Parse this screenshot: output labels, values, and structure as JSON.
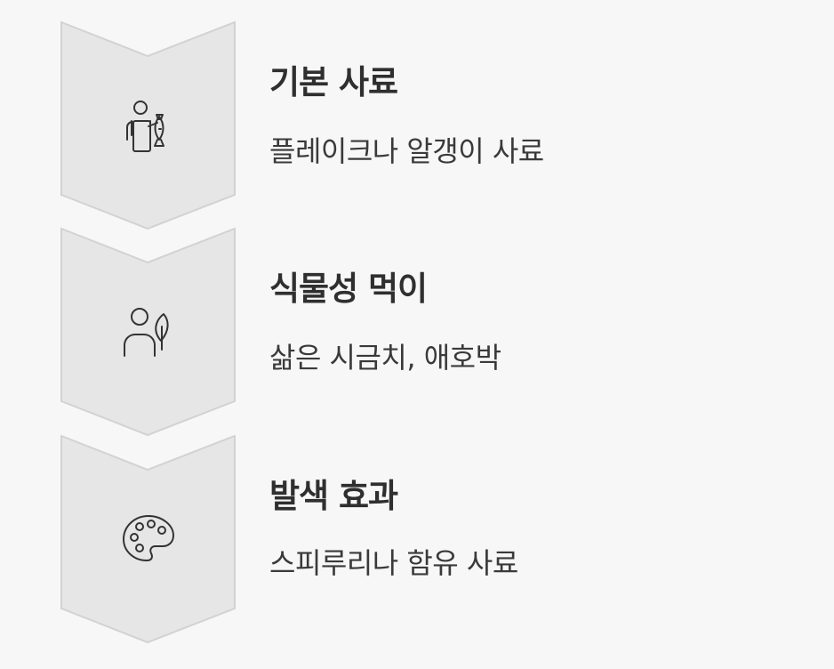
{
  "steps": [
    {
      "title": "기본 사료",
      "description": "플레이크나 알갱이 사료",
      "icon": "person-with-fish-icon"
    },
    {
      "title": "식물성 먹이",
      "description": "삶은 시금치, 애호박",
      "icon": "person-with-leaf-icon"
    },
    {
      "title": "발색 효과",
      "description": "스피루리나 함유 사료",
      "icon": "palette-icon"
    }
  ],
  "colors": {
    "background": "#f7f7f7",
    "chevron_fill": "#e6e6e6",
    "chevron_stroke": "#d2d2d2",
    "icon_stroke": "#333333",
    "title_text": "#2f2f2f",
    "description_text": "#3a3a3a"
  }
}
